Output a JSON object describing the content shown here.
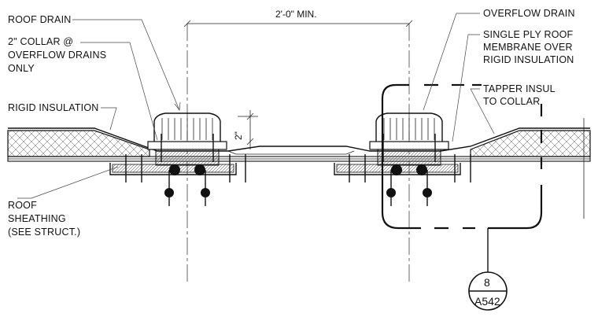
{
  "labels": {
    "roof_drain": "ROOF DRAIN",
    "collar_1": "2\" COLLAR @",
    "collar_2": "OVERFLOW DRAINS",
    "collar_3": "ONLY",
    "rigid_insulation": "RIGID INSULATION",
    "sheathing_1": "ROOF",
    "sheathing_2": "SHEATHING",
    "sheathing_3": "(SEE STRUCT.)",
    "overflow_drain": "OVERFLOW DRAIN",
    "membrane_1": "SINGLE PLY ROOF",
    "membrane_2": "MEMBRANE OVER",
    "membrane_3": "RIGID INSULATION",
    "tapper_1": "TAPPER INSUL",
    "tapper_2": "TO COLLAR"
  },
  "dimensions": {
    "spacing": "2'-0\" MIN.",
    "collar_height": "2\""
  },
  "detail_tag": {
    "number": "8",
    "sheet": "A542"
  }
}
